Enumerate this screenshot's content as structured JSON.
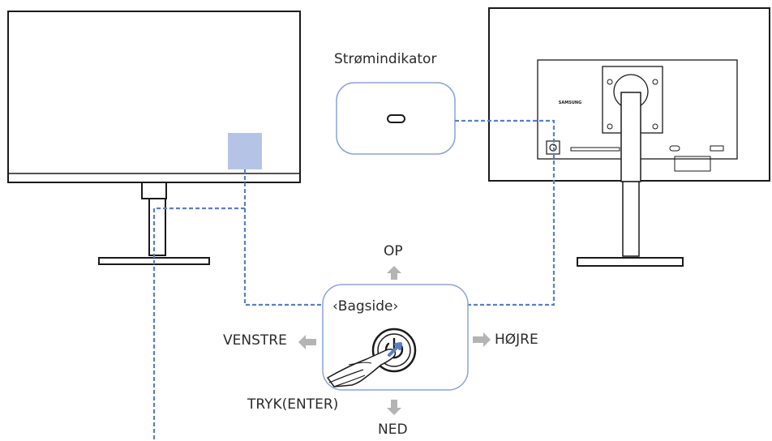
{
  "labels": {
    "power_indicator": "Strømindikator",
    "up": "OP",
    "back_side": "‹Bagside›",
    "left": "VENSTRE",
    "right": "HØJRE",
    "press_enter": "TRYK(ENTER)",
    "down": "NED",
    "brand": "SAMSUNG"
  },
  "colors": {
    "outline": "#1a1a1a",
    "guide_line": "#5b7fc0",
    "highlight_fill": "#b5c4e6",
    "callout_border": "#8ba3d6",
    "arrow_fill": "#b4b4b4"
  },
  "icons": [
    "power-icon",
    "arrow-up-icon",
    "arrow-left-icon",
    "arrow-right-icon",
    "arrow-down-icon",
    "finger-icon"
  ]
}
